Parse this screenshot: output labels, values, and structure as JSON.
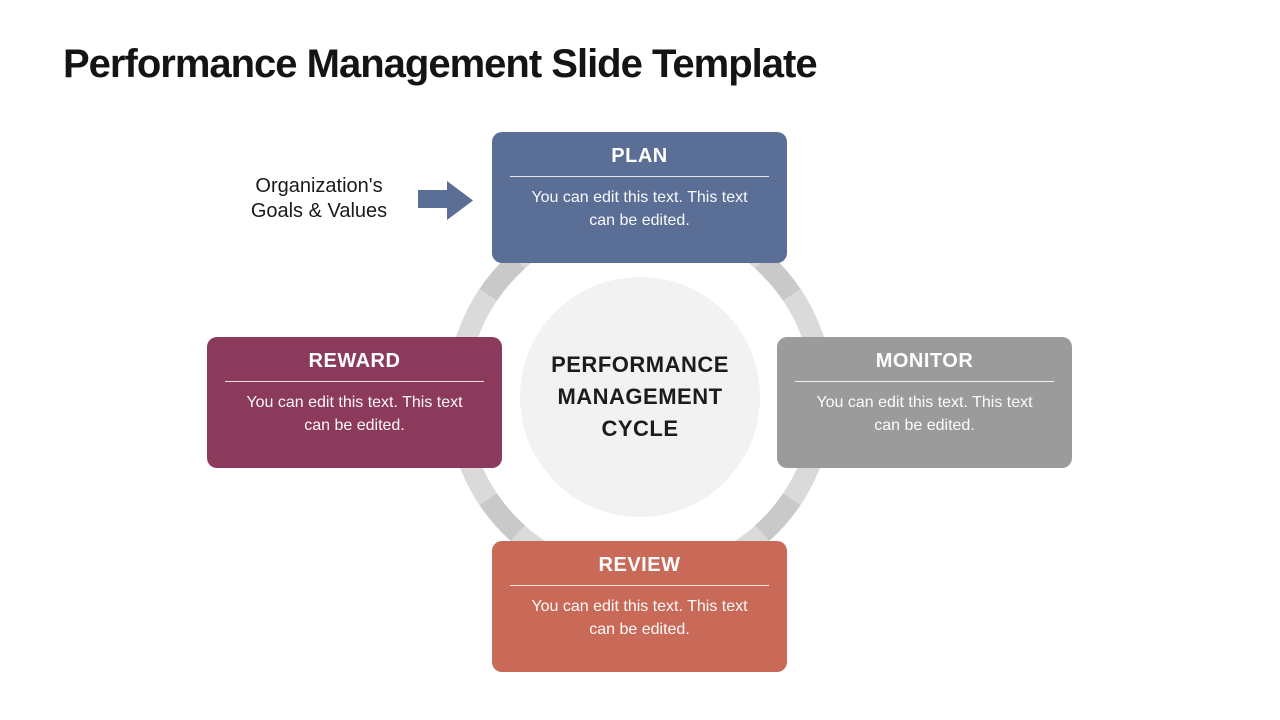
{
  "slide": {
    "title": "Performance Management Slide Template",
    "background_color": "#ffffff"
  },
  "left_annotation": {
    "label": "Organization's\nGoals & Values",
    "arrow_icon": "right-block-arrow",
    "arrow_color": "#5b6e96"
  },
  "center": {
    "label": "PERFORMANCE\nMANAGEMENT\nCYCLE",
    "ring_color": "#dadada",
    "ring_accent_color": "#c9c9c9",
    "circle_fill": "#f2f2f2",
    "text_color": "#1c1c1c"
  },
  "boxes": [
    {
      "id": "plan",
      "title": "PLAN",
      "body": "You can edit this text. This text\ncan be edited.",
      "color": "#5b6e96"
    },
    {
      "id": "monitor",
      "title": "MONITOR",
      "body": "You can edit this text. This text\ncan be edited.",
      "color": "#9b9b9b"
    },
    {
      "id": "reward",
      "title": "REWARD",
      "body": "You can edit this text. This text\ncan be edited.",
      "color": "#8c3a5c"
    },
    {
      "id": "review",
      "title": "REVIEW",
      "body": "You can edit this text. This text\ncan be edited.",
      "color": "#c96a59"
    }
  ]
}
